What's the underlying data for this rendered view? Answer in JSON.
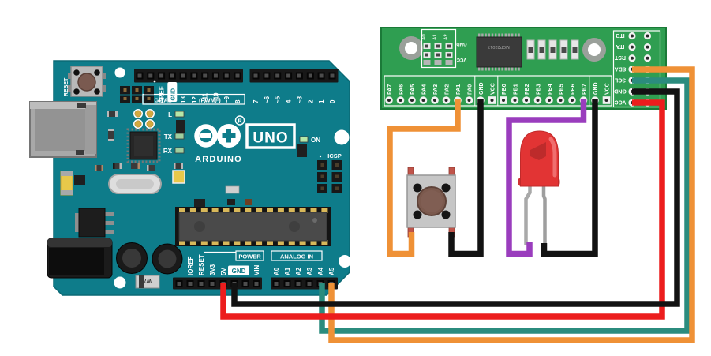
{
  "colors": {
    "arduino_board": "#0e7c8a",
    "expander_board": "#2f9e51",
    "wire_red": "#ec1d1d",
    "wire_black": "#121212",
    "wire_orange": "#ef9136",
    "wire_teal": "#2b8c7e",
    "wire_purple": "#9a3dbd",
    "led_red": "#e23434"
  },
  "arduino": {
    "brand": "ARDUINO",
    "model": "UNO",
    "registered_mark": "R",
    "reset_button_label": "RESET",
    "digital_section": "DIGITAL",
    "pwm_section": "(PWM~)",
    "aref_label": "AREF",
    "gnd_digital_label": "GND",
    "digital_pins": [
      "13",
      "12",
      "~11",
      "~10",
      "~9",
      "8",
      "7",
      "~6",
      "~5",
      "4",
      "~3",
      "2",
      "1",
      "0"
    ],
    "led_l": "L",
    "led_tx": "TX",
    "led_rx": "RX",
    "led_on": "ON",
    "icsp_label": "ICSP",
    "power_section": "POWER",
    "analog_section": "ANALOG IN",
    "power_pins": [
      "IOREF",
      "RESET",
      "3V3",
      "5V"
    ],
    "gnd_power_label": "GND",
    "vin_label": "VIN",
    "analog_pins": [
      "A0",
      "A1",
      "A2",
      "A3",
      "A4",
      "A5"
    ],
    "diode_label": "W7"
  },
  "expander": {
    "chip_label": "MCP23017",
    "address_jumpers": [
      "A0",
      "A1",
      "A2"
    ],
    "jumper_gnd": "GND",
    "jumper_vcc": "VCC",
    "port_a_pins": [
      "PA7",
      "PA6",
      "PA5",
      "PA4",
      "PA3",
      "PA2",
      "PA1",
      "PA0"
    ],
    "mid_pins": [
      "GND",
      "VCC"
    ],
    "port_b_pins": [
      "PB0",
      "PB1",
      "PB2",
      "PB3",
      "PB4",
      "PB5",
      "PB6",
      "PB7"
    ],
    "end_pins": [
      "GND",
      "VCC"
    ],
    "side_pins": [
      "ITB",
      "ITA",
      "RST",
      "SDA",
      "SCL",
      "GND",
      "VCC"
    ]
  }
}
